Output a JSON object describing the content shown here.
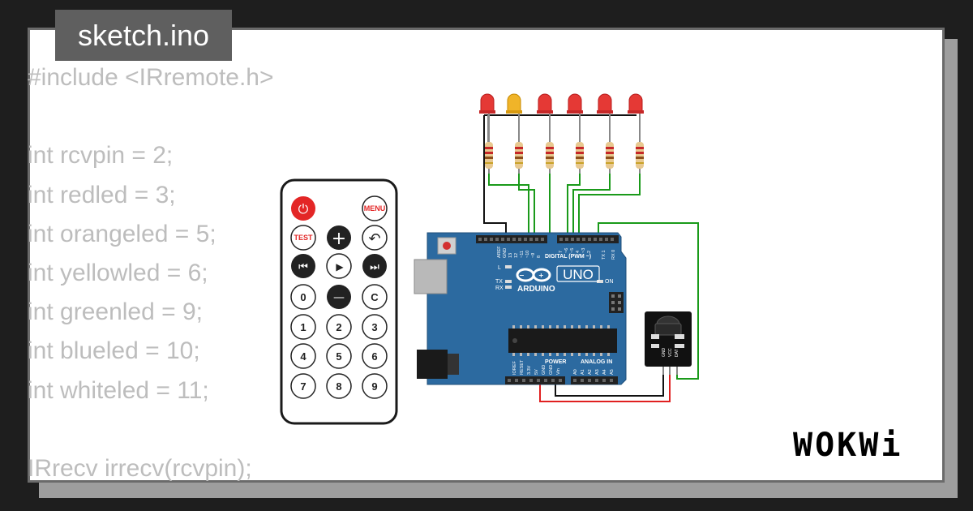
{
  "editor": {
    "filename": "sketch.ino",
    "code_lines": [
      "#include <IRremote.h>",
      "",
      "int rcvpin = 2;",
      "int redled = 3;",
      "int orangeled = 5;",
      "int yellowled = 6;",
      "int greenled = 9;",
      "int blueled = 10;",
      "int whiteled = 11;",
      "",
      "IRrecv irrecv(rcvpin);"
    ]
  },
  "remote": {
    "buttons": {
      "power": "⏻",
      "menu": "MENU",
      "test": "TEST",
      "plus": "+",
      "back": "↶",
      "prev": "⏮",
      "play": "▶",
      "next": "⏭",
      "zero": "0",
      "minus": "—",
      "clear": "C",
      "one": "1",
      "two": "2",
      "three": "3",
      "four": "4",
      "five": "5",
      "six": "6",
      "seven": "7",
      "eight": "8",
      "nine": "9"
    }
  },
  "arduino": {
    "brand": "ARDUINO",
    "model": "UNO",
    "digital_label": "DIGITAL (PWM ~)",
    "power_label": "POWER",
    "analog_label": "ANALOG IN",
    "led_labels": {
      "l": "L",
      "tx": "TX",
      "rx": "RX",
      "on": "ON"
    },
    "top_pins": [
      "AREF",
      "GND",
      "13",
      "12",
      "~11",
      "~10",
      "~9",
      "8",
      "7",
      "~6",
      "~5",
      "4",
      "~3",
      "2",
      "TX 1",
      "RX 0"
    ],
    "bottom_pins": [
      "IOREF",
      "RESET",
      "3.3V",
      "5V",
      "GND",
      "GND",
      "Vin",
      "A0",
      "A1",
      "A2",
      "A3",
      "A4",
      "A5"
    ]
  },
  "ir_receiver": {
    "pins": [
      "GND",
      "VCC",
      "DAT"
    ]
  },
  "leds": {
    "colors": [
      "#e53935",
      "#f0b429",
      "#e53935",
      "#e53935",
      "#e53935",
      "#e53935"
    ]
  },
  "branding": {
    "logo": "WOKWi"
  },
  "colors": {
    "background": "#1e1e1e",
    "board_blue": "#2c6aa0",
    "wire_green": "#1a9a1a",
    "wire_red": "#e02020",
    "wire_black": "#111111",
    "code_text": "#bdbdbd"
  }
}
